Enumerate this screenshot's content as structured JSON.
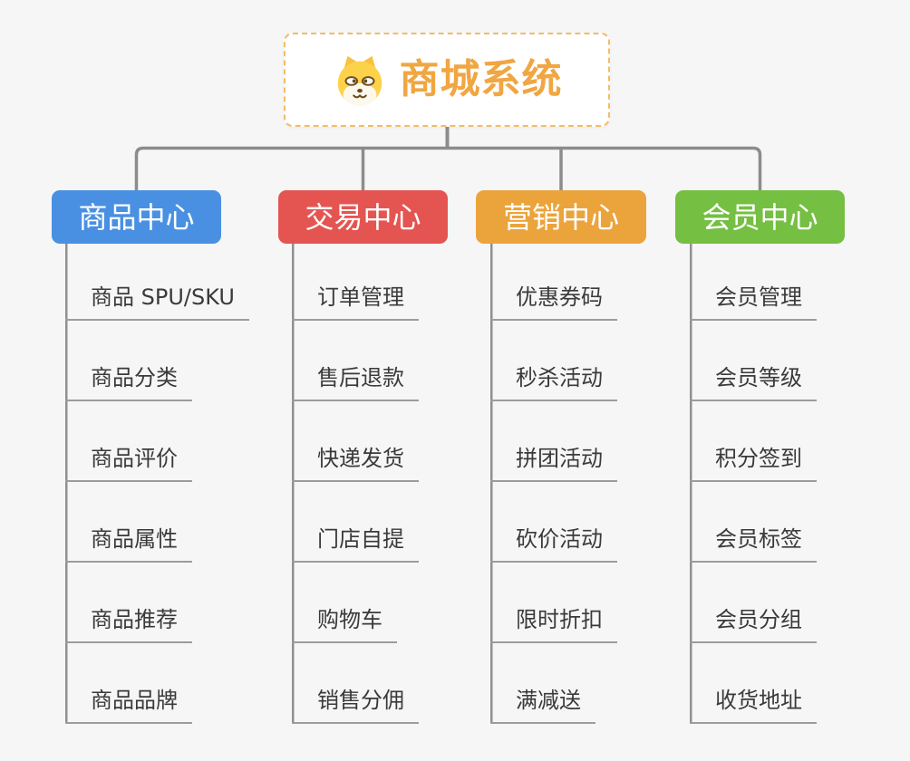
{
  "diagram": {
    "canvas_background": "#f6f6f6",
    "connector_color": "#8c8c8c",
    "item_text_color": "#3a3a3a",
    "item_underline_color": "#9c9c9c",
    "root": {
      "title": "商城系统",
      "icon": "dog-face-icon",
      "text_color": "#f0a642",
      "border_color": "#f4bc66",
      "background": "#ffffff"
    },
    "branches": [
      {
        "label": "商品中心",
        "color": "#4a90e2",
        "items": [
          "商品 SPU/SKU",
          "商品分类",
          "商品评价",
          "商品属性",
          "商品推荐",
          "商品品牌"
        ]
      },
      {
        "label": "交易中心",
        "color": "#e45552",
        "items": [
          "订单管理",
          "售后退款",
          "快递发货",
          "门店自提",
          "购物车",
          "销售分佣"
        ]
      },
      {
        "label": "营销中心",
        "color": "#eba43c",
        "items": [
          "优惠券码",
          "秒杀活动",
          "拼团活动",
          "砍价活动",
          "限时折扣",
          "满减送"
        ]
      },
      {
        "label": "会员中心",
        "color": "#75bf43",
        "items": [
          "会员管理",
          "会员等级",
          "积分签到",
          "会员标签",
          "会员分组",
          "收货地址"
        ]
      }
    ]
  }
}
